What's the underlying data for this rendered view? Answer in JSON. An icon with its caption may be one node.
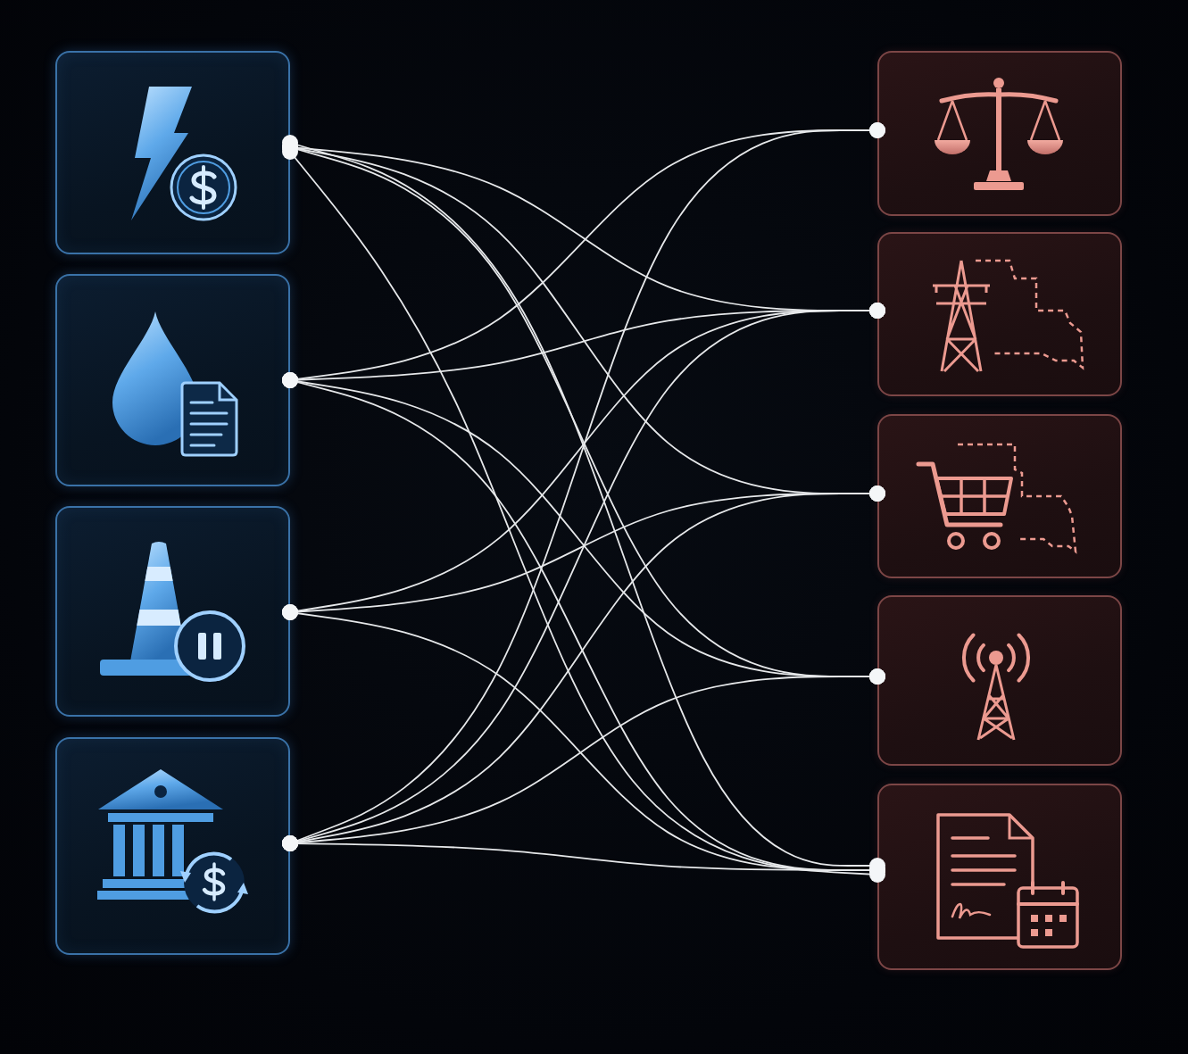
{
  "diagram": {
    "nodes": [
      {
        "text": [],
        "shape": "box"
      },
      {
        "text": [],
        "shape": "box"
      },
      {
        "text": [],
        "shape": "box"
      },
      {
        "text": [],
        "shape": "box"
      },
      {
        "text": [],
        "shape": "box"
      },
      {
        "text": [],
        "shape": "box"
      },
      {
        "text": [],
        "shape": "box"
      },
      {
        "text": [],
        "shape": "box"
      },
      {
        "text": [],
        "shape": "box"
      }
    ],
    "edges": [
      {
        "from": 0,
        "to": 5,
        "arrow": "other"
      },
      {
        "from": 0,
        "to": 6,
        "arrow": "other"
      },
      {
        "from": 0,
        "to": 7,
        "arrow": "other"
      },
      {
        "from": 0,
        "to": 8,
        "arrow": "other"
      },
      {
        "from": 0,
        "to": 8,
        "arrow": "other"
      },
      {
        "from": 1,
        "to": 4,
        "arrow": "other"
      },
      {
        "from": 1,
        "to": 5,
        "arrow": "other"
      },
      {
        "from": 1,
        "to": 7,
        "arrow": "other"
      },
      {
        "from": 1,
        "to": 8,
        "arrow": "other"
      },
      {
        "from": 2,
        "to": 5,
        "arrow": "other"
      },
      {
        "from": 2,
        "to": 6,
        "arrow": "other"
      },
      {
        "from": 2,
        "to": 8,
        "arrow": "other"
      },
      {
        "from": 3,
        "to": 4,
        "arrow": "other"
      },
      {
        "from": 3,
        "to": 5,
        "arrow": "other"
      },
      {
        "from": 3,
        "to": 6,
        "arrow": "other"
      },
      {
        "from": 3,
        "to": 7,
        "arrow": "other"
      },
      {
        "from": 3,
        "to": 8,
        "arrow": "other"
      }
    ]
  }
}
